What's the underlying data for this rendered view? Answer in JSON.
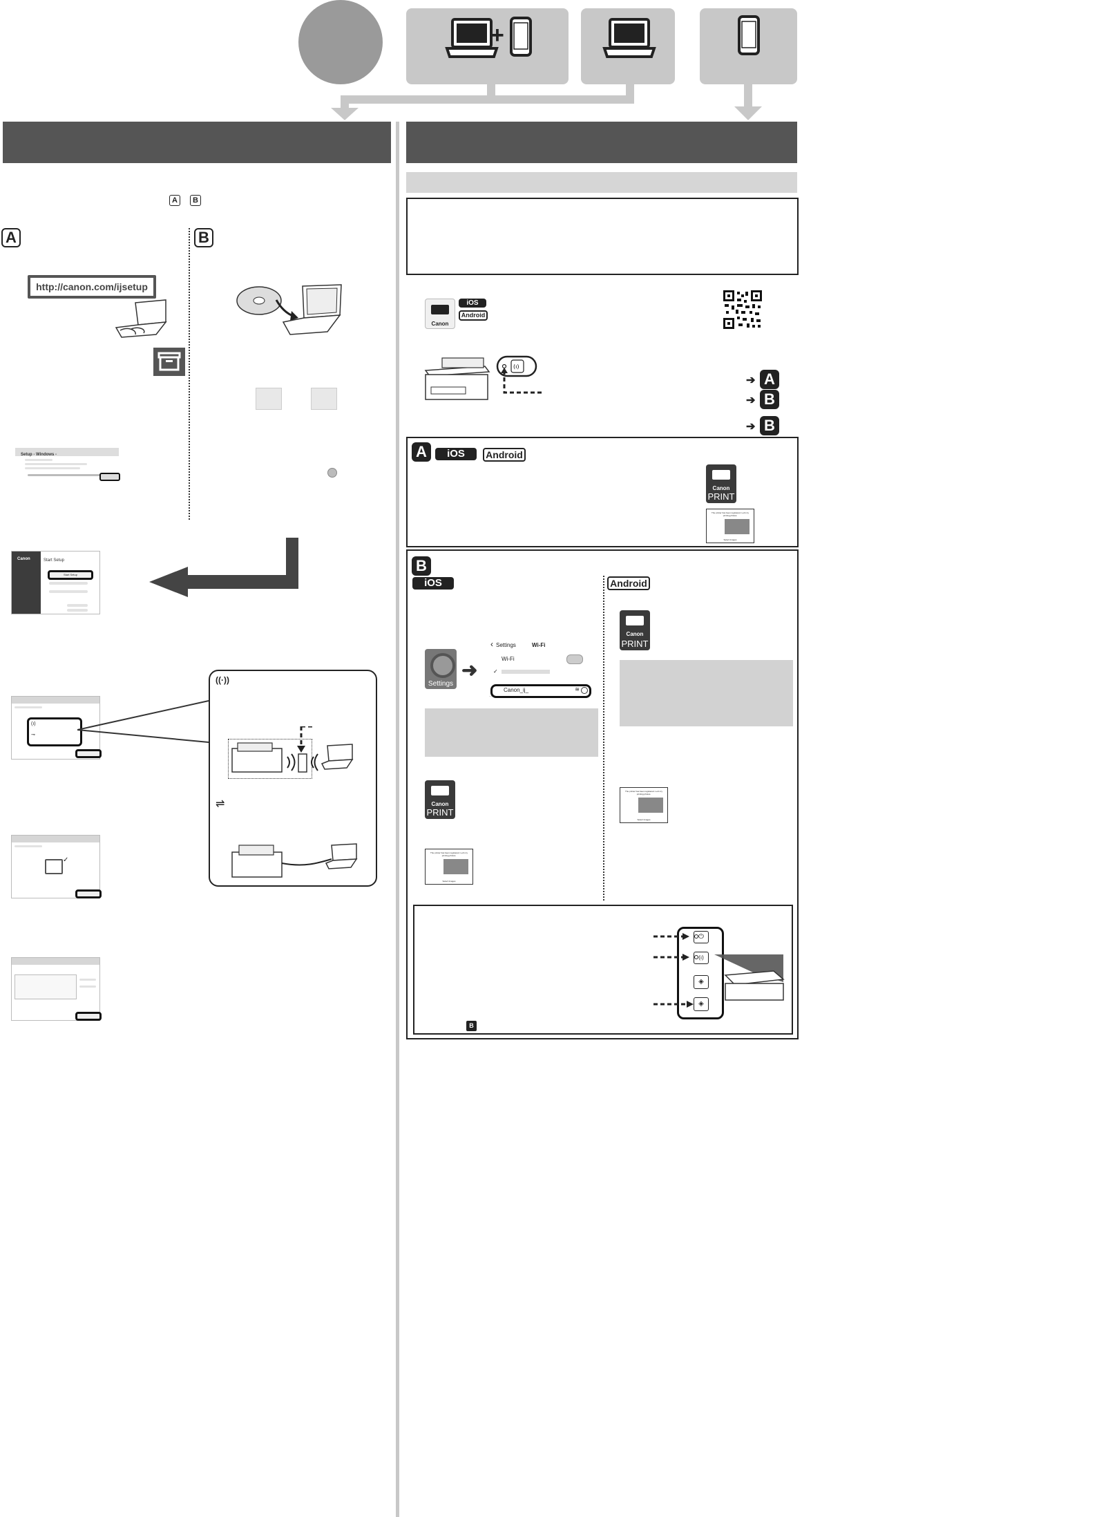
{
  "url_label": "http://canon.com/ijsetup",
  "letters": {
    "a": "A",
    "b": "B"
  },
  "tags": {
    "ios": "iOS",
    "android": "Android"
  },
  "app": {
    "canon": "Canon",
    "print": "PRINT",
    "settings": "Settings"
  },
  "wifi_screen": {
    "back": "Settings",
    "title": "Wi-Fi",
    "wifi_label": "Wi-Fi",
    "network": "Canon_ij_"
  },
  "setup_screen": {
    "title": "Setup - Windows -"
  },
  "start_setup": {
    "title": "Start Setup",
    "button": "Start Setup",
    "brand": "Canon"
  },
  "thumb_caption": "The printer has been registered. Let's try printing photos.",
  "thumb_button": "Select Images",
  "colors": {
    "dark_panel": "#555555",
    "light_card": "#c8c8c8",
    "circle": "#9a9a9a"
  },
  "icons": [
    "laptop-icon",
    "smartphone-icon",
    "plus-icon",
    "arrow-down-icon",
    "box-icon",
    "cd-icon",
    "wifi-icon",
    "usb-icon",
    "power-icon",
    "start-icon",
    "qr-code",
    "magnifier-icon"
  ]
}
